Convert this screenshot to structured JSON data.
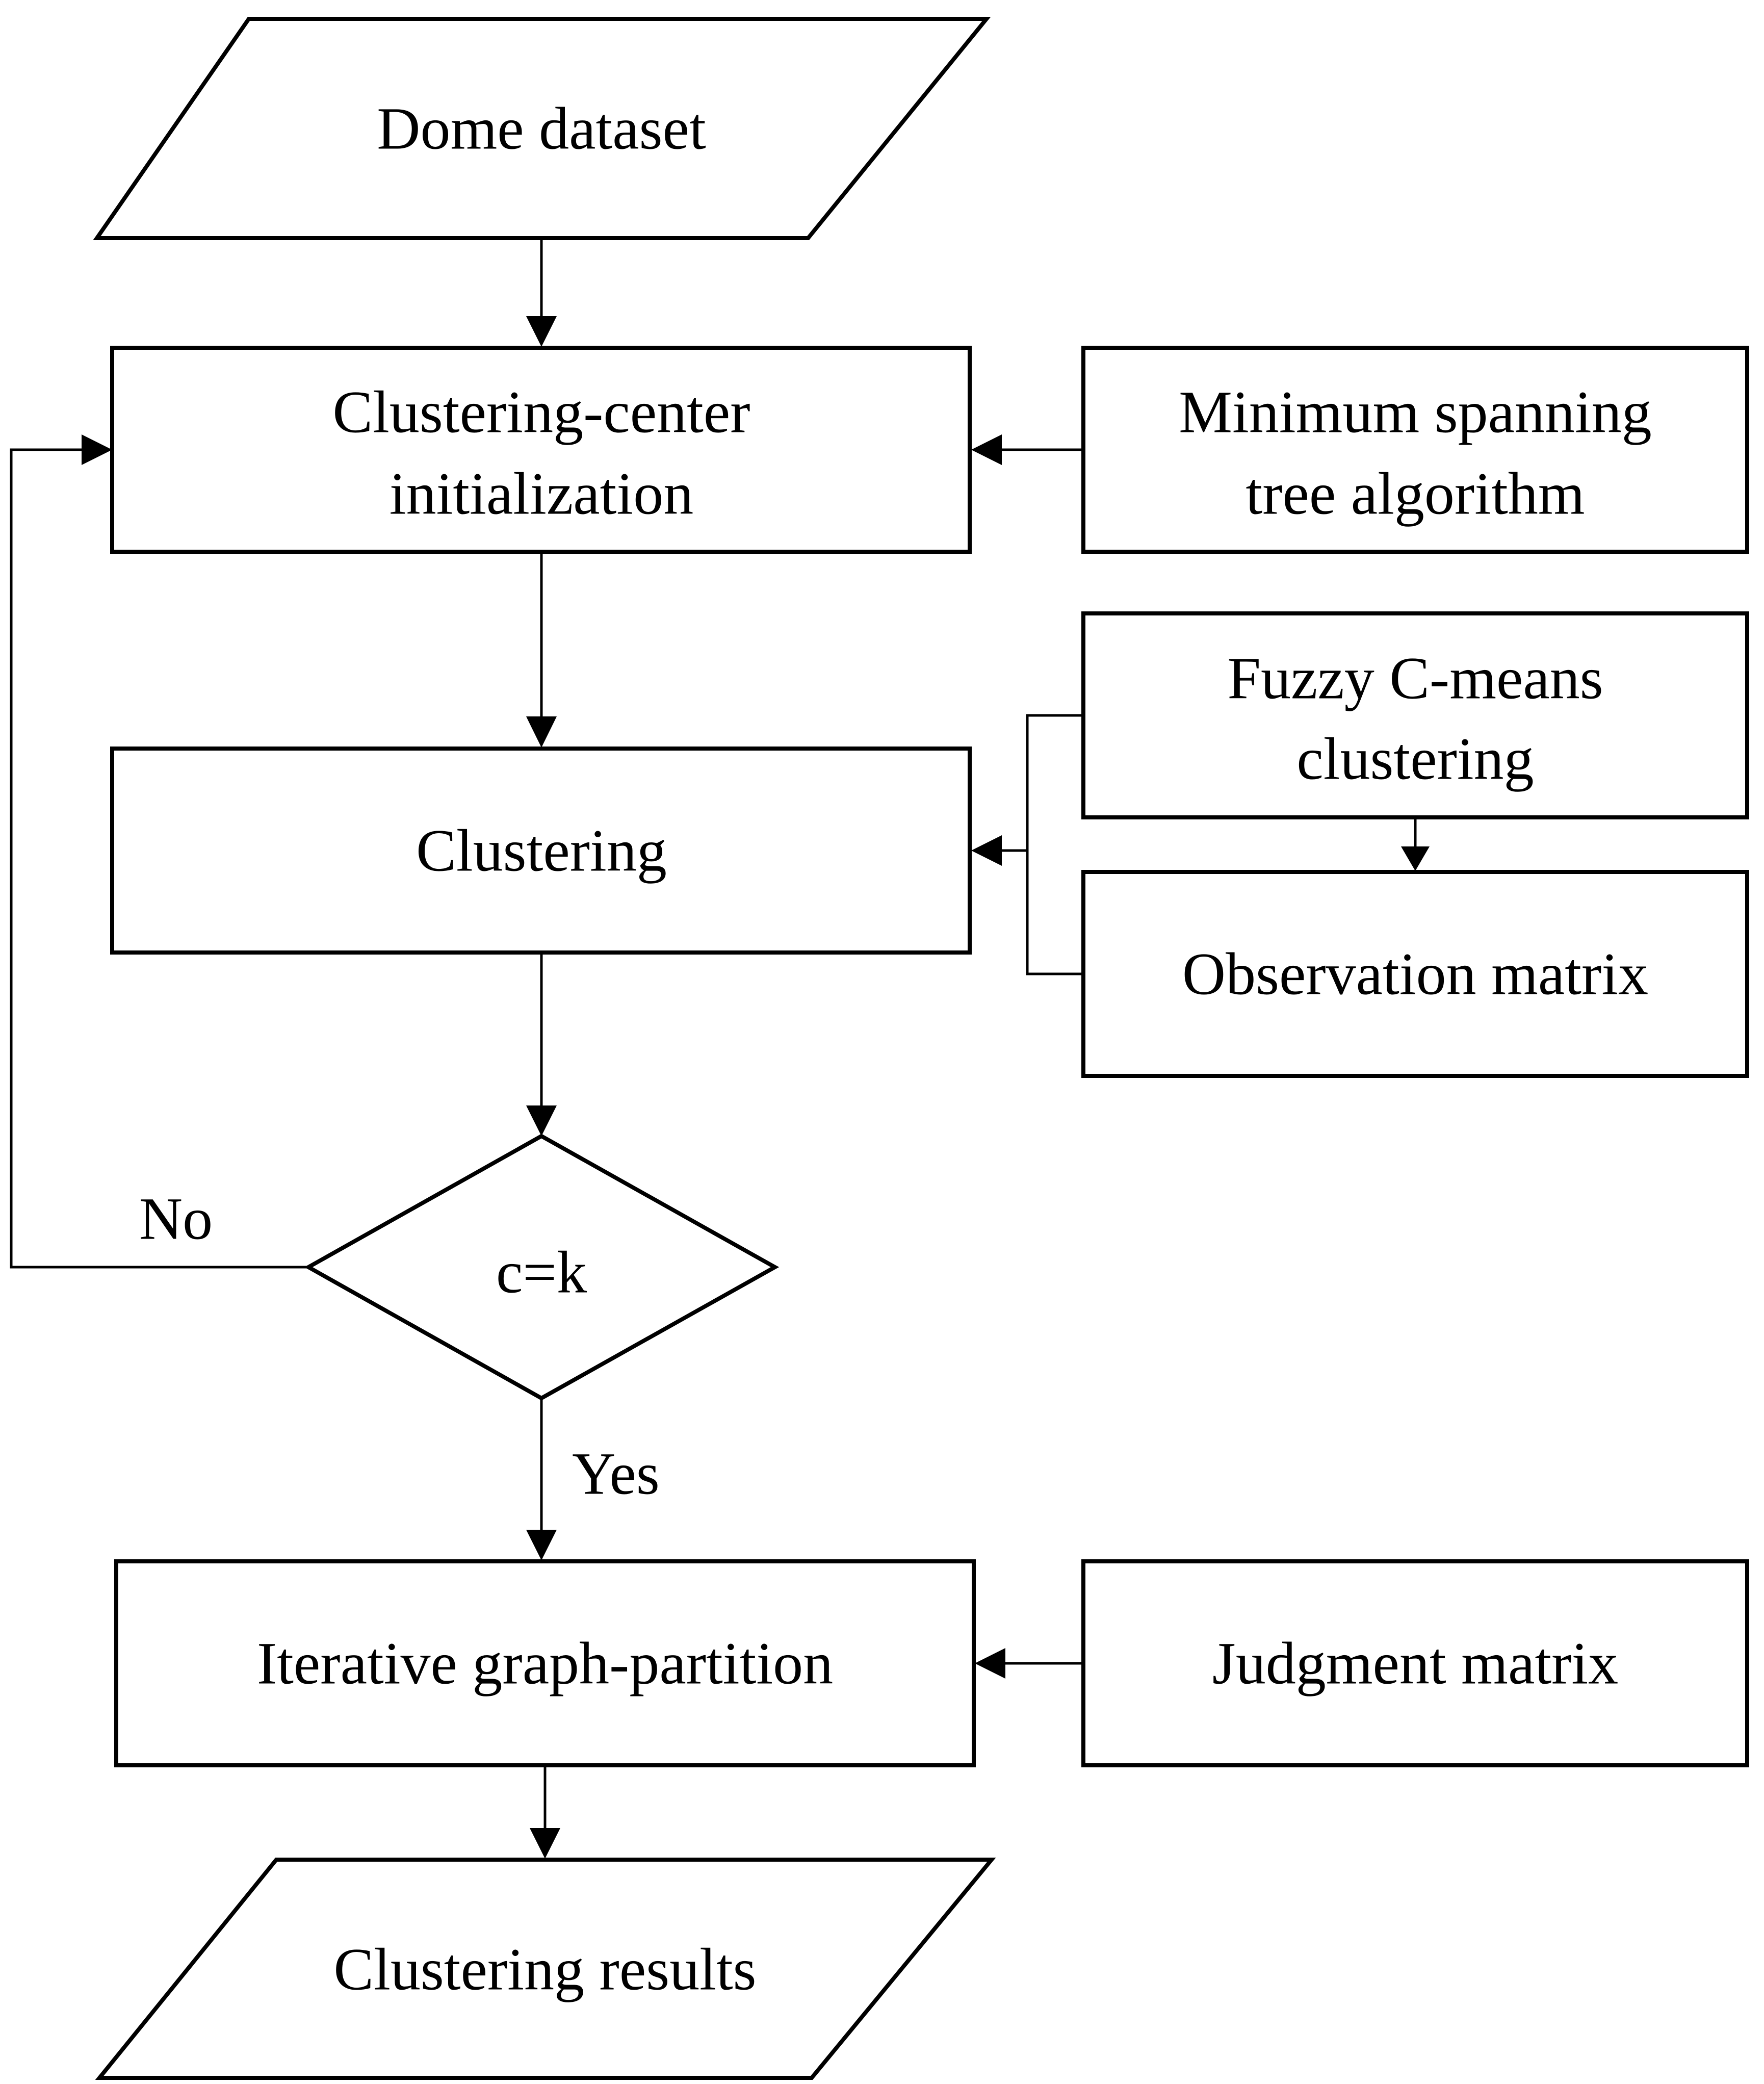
{
  "nodes": {
    "dome_dataset": {
      "lines": [
        "Dome dataset"
      ]
    },
    "center_init": {
      "lines": [
        "Clustering-center",
        "initialization"
      ]
    },
    "mst": {
      "lines": [
        "Minimum spanning",
        "tree algorithm"
      ]
    },
    "fcm": {
      "lines": [
        "Fuzzy C-means",
        "clustering"
      ]
    },
    "clustering": {
      "lines": [
        "Clustering"
      ]
    },
    "observation": {
      "lines": [
        "Observation matrix"
      ]
    },
    "decision": {
      "lines": [
        "c=k"
      ]
    },
    "iterative": {
      "lines": [
        "Iterative graph-partition"
      ]
    },
    "judgment": {
      "lines": [
        "Judgment matrix"
      ]
    },
    "results": {
      "lines": [
        "Clustering results"
      ]
    }
  },
  "edge_labels": {
    "no": "No",
    "yes": "Yes"
  },
  "colors": {
    "stroke": "#000000",
    "background": "#ffffff"
  }
}
